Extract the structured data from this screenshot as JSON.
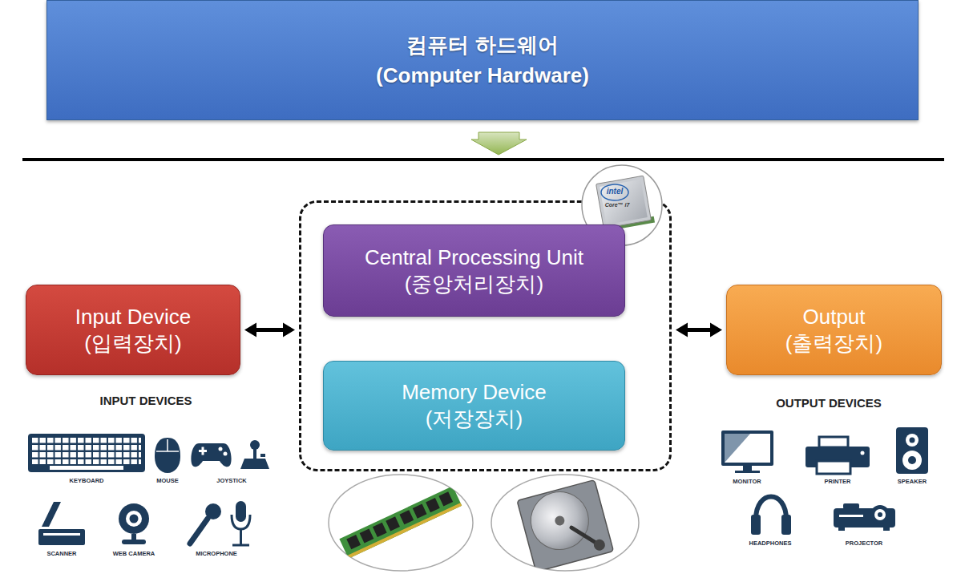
{
  "diagram": {
    "title": "컴퓨터 하드웨어 (Computer Hardware)",
    "nodes": [
      {
        "text": [
          "Input Device (입력장치)"
        ]
      },
      {
        "text": []
      },
      {
        "text": [
          "Central Processing Unit (중앙처리장치)"
        ],
        "in": 1
      },
      {
        "text": [
          "Memory Device (저장장치)"
        ],
        "in": 1
      },
      {
        "text": [
          "Output (출력장치)"
        ]
      }
    ],
    "edges": [
      {
        "from": 0,
        "to": 1,
        "arrow": "both"
      },
      {
        "from": 1,
        "to": 4,
        "arrow": "both"
      }
    ],
    "labels": [
      "INPUT DEVICES",
      "KEYBOARD",
      "MOUSE",
      "JOYSTICK",
      "SCANNER",
      "WEB CAMERA",
      "MICROPHONE",
      "OUTPUT DEVICES",
      "MONITOR",
      "PRINTER",
      "SPEAKER",
      "HEADPHONES",
      "PROJECTOR",
      "intel",
      "Core™ i7"
    ]
  }
}
